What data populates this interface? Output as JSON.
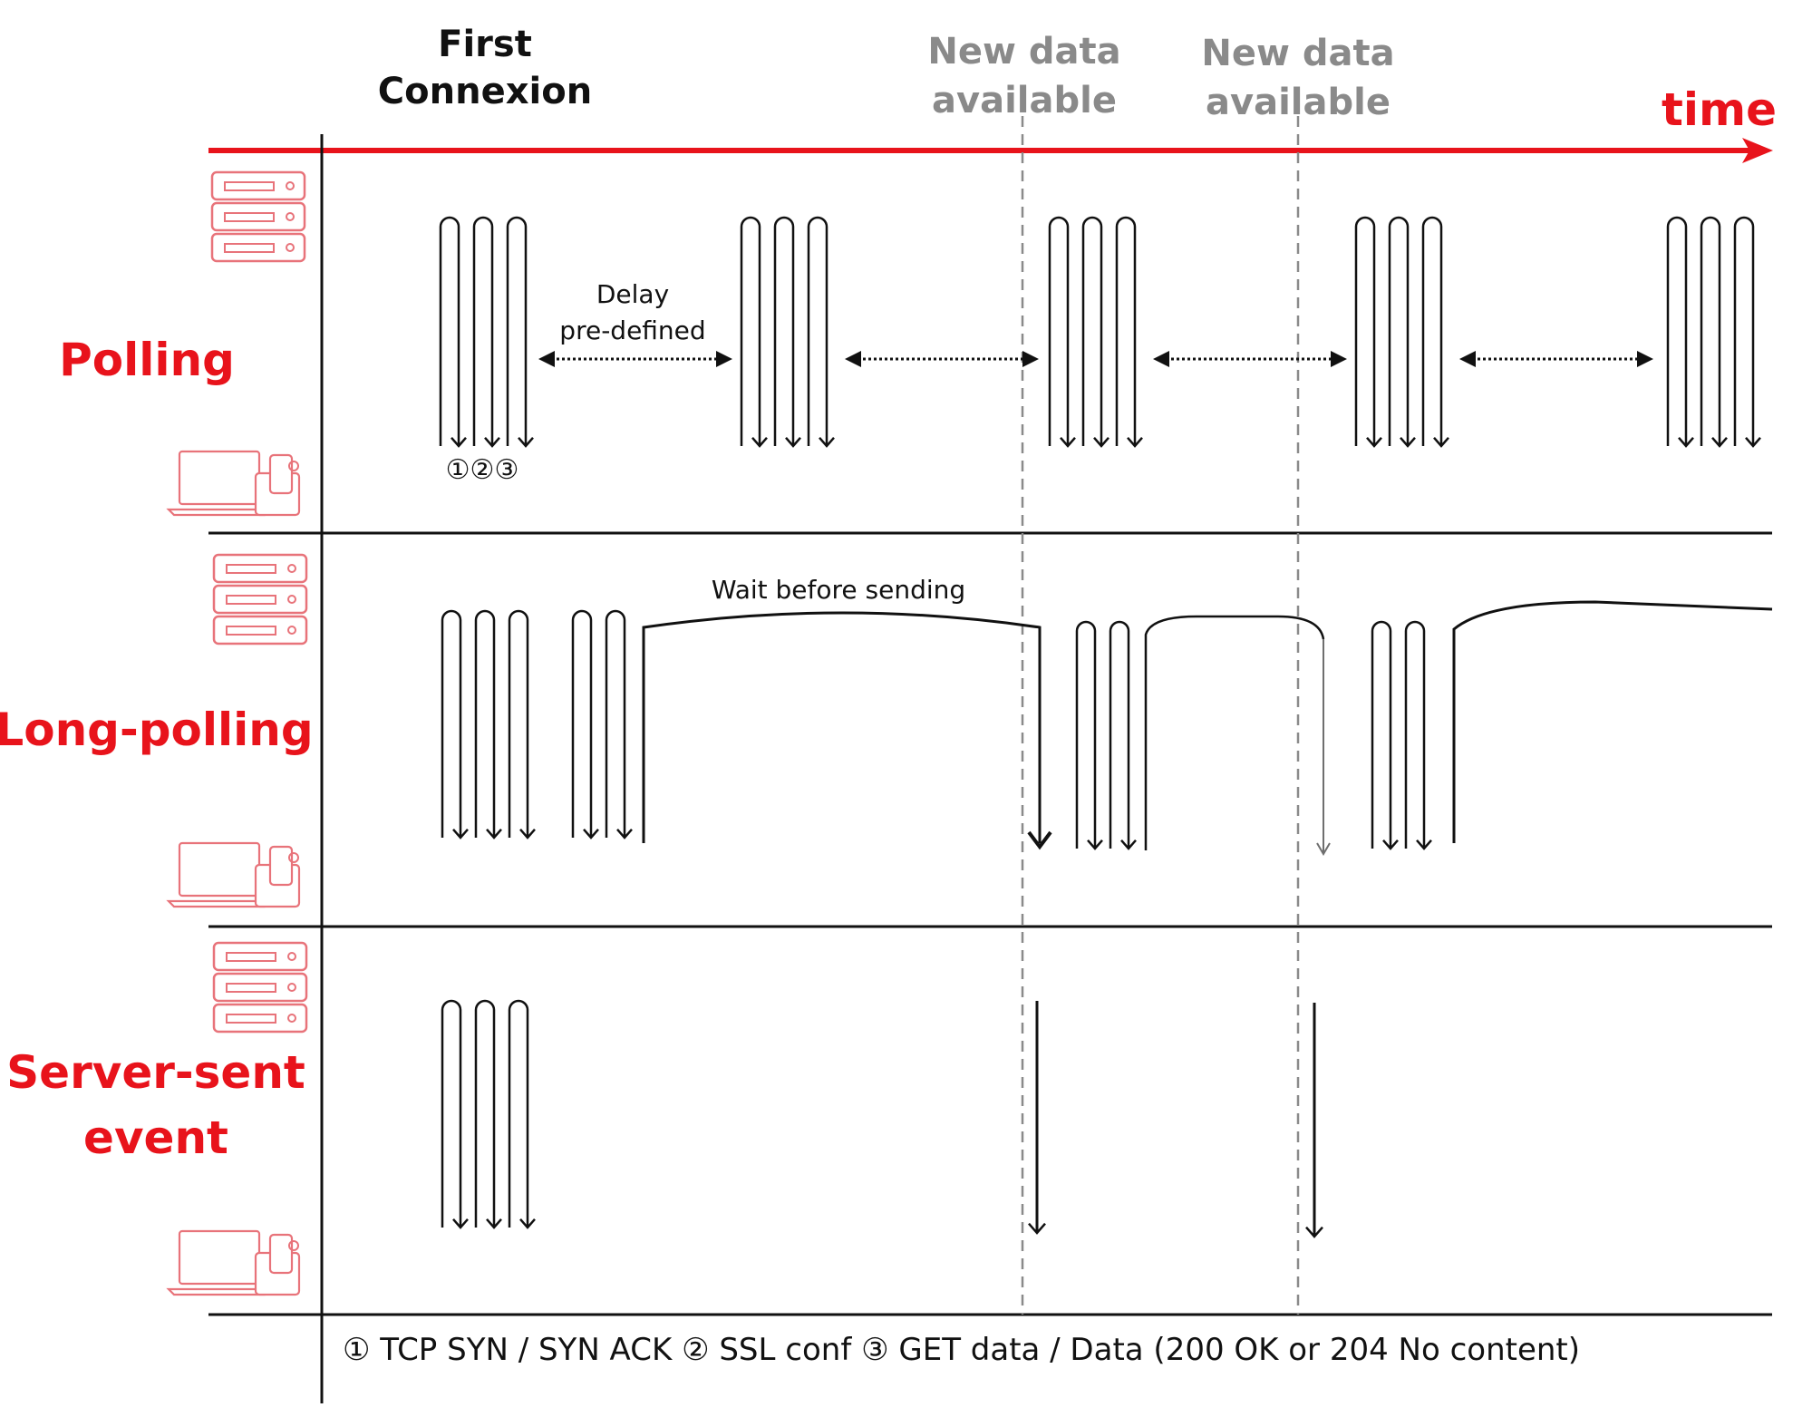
{
  "header": {
    "first_connexion": [
      "First",
      "Connexion"
    ],
    "new_data_available": [
      "New data",
      "available"
    ],
    "time_label": "time"
  },
  "lanes": [
    {
      "id": "polling",
      "label_lines": [
        "Polling"
      ]
    },
    {
      "id": "long-polling",
      "label_lines": [
        "Long-polling"
      ]
    },
    {
      "id": "server-sent-event",
      "label_lines": [
        "Server-sent",
        "event"
      ]
    }
  ],
  "annotations": {
    "delay_lines": [
      "Delay",
      "pre-defined"
    ],
    "wait_before_sending": "Wait before sending",
    "step_markers": "①②③"
  },
  "legend": "① TCP SYN / SYN ACK ② SSL conf ③ GET data / Data (200 OK or 204 No content)",
  "colors": {
    "accent_red": "#e8131b",
    "icon_red": "#e8737a",
    "event_gray": "#8a8a8a",
    "line_black": "#111111"
  },
  "icons": {
    "server": "server-rack-icon",
    "client": "client-devices-icon"
  }
}
